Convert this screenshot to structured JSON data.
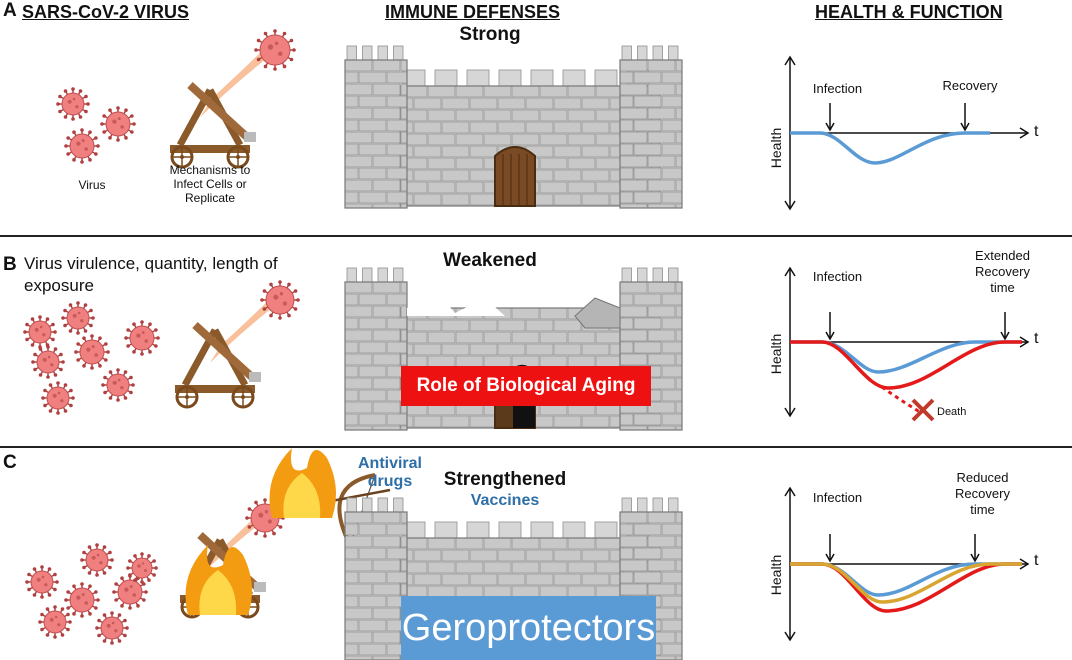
{
  "headers": {
    "virus": "SARS-CoV-2 VIRUS",
    "immune": "IMMUNE DEFENSES",
    "health": "HEALTH & FUNCTION"
  },
  "panels": {
    "a": {
      "letter": "A",
      "castle_state": "Strong",
      "virus_label": "Virus",
      "mechanism_label": "Mechanisms to Infect Cells or Replicate",
      "plot": {
        "infection": "Infection",
        "recovery": "Recovery",
        "health_axis": "Health",
        "time_axis": "t"
      }
    },
    "b": {
      "letter": "B",
      "virus_note": "Virus virulence, quantity, length of exposure",
      "castle_state": "Weakened",
      "banner": "Role of Biological Aging",
      "plot": {
        "infection": "Infection",
        "recovery": "Extended Recovery time",
        "death": "Death",
        "health_axis": "Health",
        "time_axis": "t"
      }
    },
    "c": {
      "letter": "C",
      "antiviral": "Antiviral drugs",
      "castle_state": "Strengthened",
      "vaccines": "Vaccines",
      "banner": "Geroprotectors",
      "plot": {
        "infection": "Infection",
        "recovery": "Reduced Recovery time",
        "health_axis": "Health",
        "time_axis": "t"
      }
    }
  },
  "colors": {
    "curve_blue": "#5b9bd5",
    "curve_red": "#e41a1a",
    "curve_gold": "#d8a531",
    "banner_red": "#ee1111",
    "banner_blue": "#5b9bd5",
    "text_blue": "#2e6fa7",
    "virus_pink": "#f08080",
    "castle_gray": "#c8c8c8"
  },
  "icons": [
    "virus-icon",
    "catapult-icon",
    "castle-icon",
    "fire-icon",
    "crossbow-icon",
    "death-x-icon"
  ]
}
